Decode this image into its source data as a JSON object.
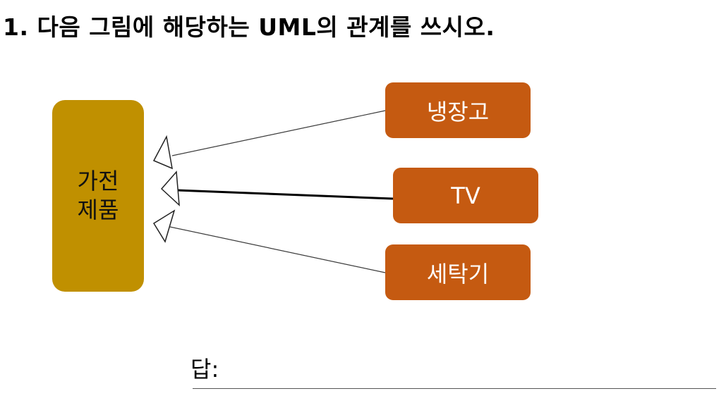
{
  "question": {
    "title": "1. 다음 그림에 해당하는 UML의 관계를 쓰시오."
  },
  "diagram": {
    "parent": {
      "label_line1": "가전",
      "label_line2": "제품",
      "fill_color": "#c09000"
    },
    "children": [
      {
        "label": "냉장고",
        "fill_color": "#c55a11"
      },
      {
        "label": "TV",
        "fill_color": "#c55a11"
      },
      {
        "label": "세탁기",
        "fill_color": "#c55a11"
      }
    ],
    "arrowhead_style": "hollow-triangle"
  },
  "answer": {
    "label": "답:"
  }
}
